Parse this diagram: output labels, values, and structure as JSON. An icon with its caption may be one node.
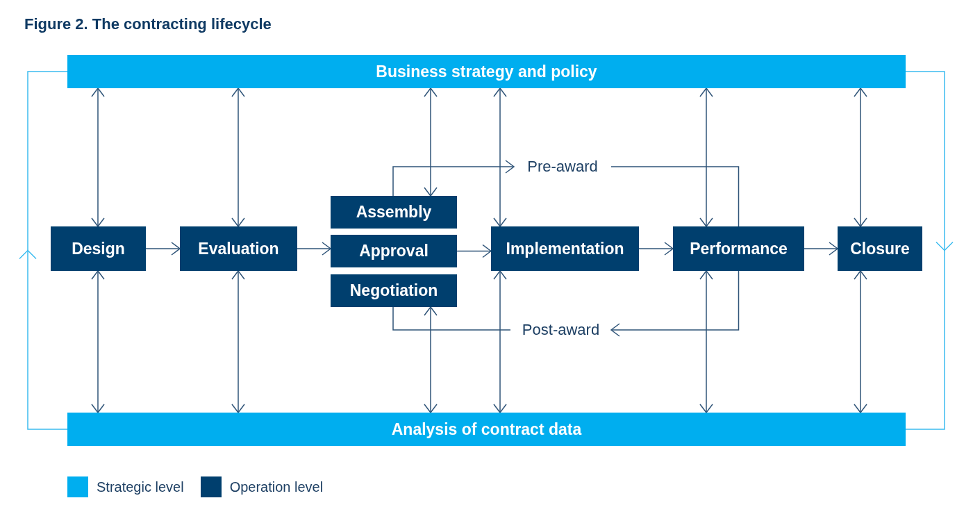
{
  "diagram": {
    "title": "Figure 2. The contracting lifecycle",
    "nodes": [
      {
        "text": [
          "Business strategy and policy"
        ]
      },
      {
        "text": [
          "Design"
        ]
      },
      {
        "text": [
          "Evaluation"
        ]
      },
      {
        "text": [
          "Assembly"
        ]
      },
      {
        "text": [
          "Approval"
        ]
      },
      {
        "text": [
          "Negotiation"
        ]
      },
      {
        "text": [
          "Implementation"
        ]
      },
      {
        "text": [
          "Performance"
        ]
      },
      {
        "text": [
          "Closure"
        ]
      },
      {
        "text": [
          "Analysis of contract data"
        ]
      },
      {
        "text": [
          "Pre-award"
        ]
      },
      {
        "text": [
          "Post-award"
        ]
      }
    ],
    "edges": [
      {
        "from": 1,
        "to": 2,
        "arrow": "to"
      },
      {
        "from": 2,
        "to": 4,
        "arrow": "to"
      },
      {
        "from": 4,
        "to": 6,
        "arrow": "to"
      },
      {
        "from": 6,
        "to": 7,
        "arrow": "to"
      },
      {
        "from": 7,
        "to": 8,
        "arrow": "to"
      },
      {
        "from": 3,
        "to": 10,
        "arrow": "to"
      },
      {
        "from": 10,
        "to": 7,
        "arrow": "none"
      },
      {
        "from": 7,
        "to": 11,
        "arrow": "to"
      },
      {
        "from": 11,
        "to": 5,
        "arrow": "none"
      },
      {
        "from": 0,
        "to": 1,
        "arrow": "both"
      },
      {
        "from": 0,
        "to": 2,
        "arrow": "both"
      },
      {
        "from": 0,
        "to": 3,
        "arrow": "both"
      },
      {
        "from": 0,
        "to": 6,
        "arrow": "both"
      },
      {
        "from": 0,
        "to": 7,
        "arrow": "both"
      },
      {
        "from": 0,
        "to": 8,
        "arrow": "both"
      },
      {
        "from": 9,
        "to": 1,
        "arrow": "both"
      },
      {
        "from": 9,
        "to": 2,
        "arrow": "both"
      },
      {
        "from": 9,
        "to": 5,
        "arrow": "both"
      },
      {
        "from": 9,
        "to": 6,
        "arrow": "both"
      },
      {
        "from": 9,
        "to": 7,
        "arrow": "both"
      },
      {
        "from": 9,
        "to": 8,
        "arrow": "both"
      },
      {
        "from": 9,
        "to": 0,
        "arrow": "to",
        "color": "#3cbcf0"
      },
      {
        "from": 0,
        "to": 9,
        "arrow": "to",
        "color": "#3cbcf0"
      }
    ],
    "legend": [
      {
        "text": "Strategic level",
        "color": "#00aeef"
      },
      {
        "text": "Operation level",
        "color": "#003f6e"
      }
    ]
  }
}
